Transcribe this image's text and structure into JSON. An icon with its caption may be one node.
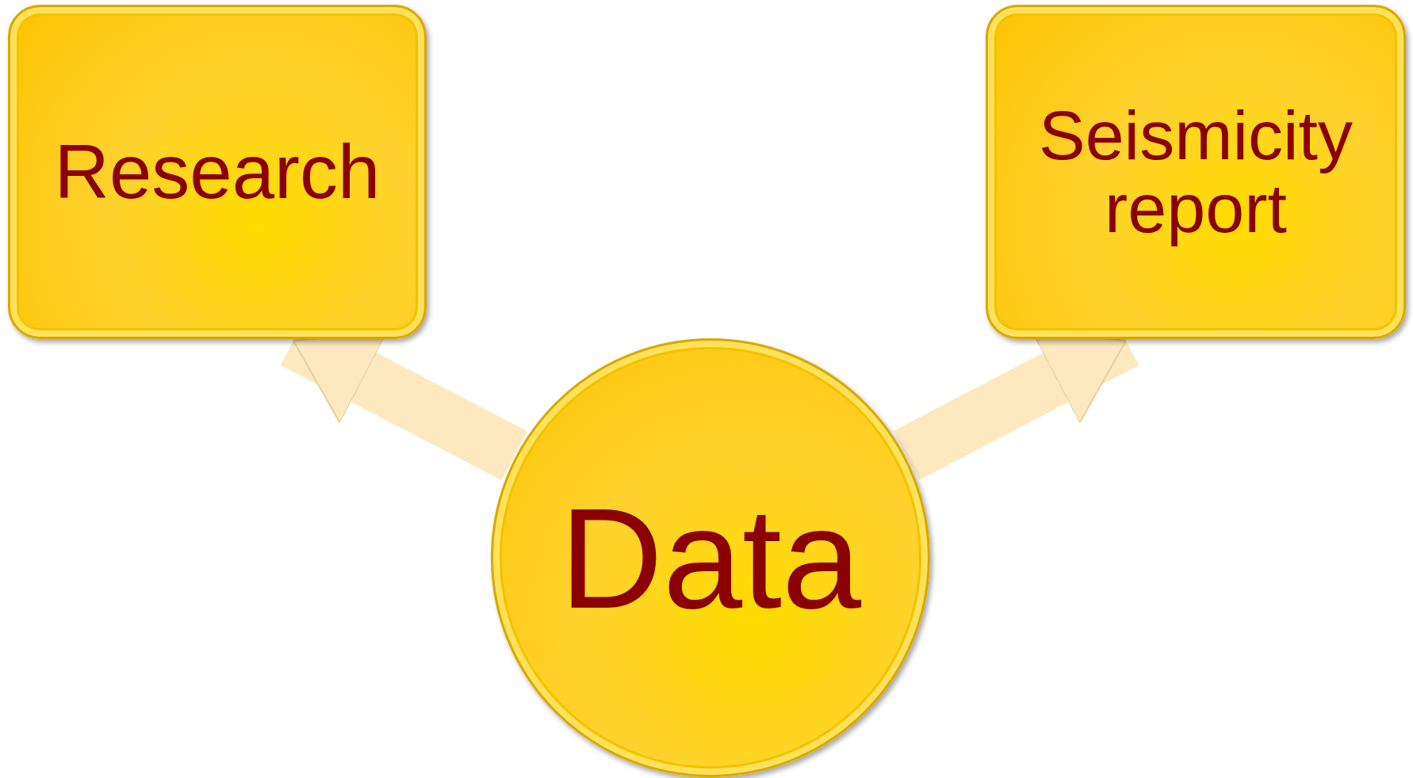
{
  "diagram": {
    "nodes": [
      {
        "text": [
          "Research"
        ]
      },
      {
        "text": [
          "Seismicity report"
        ]
      },
      {
        "text": [
          "Data"
        ]
      }
    ],
    "edges": [
      {
        "from": 2,
        "to": 0,
        "arrow": "to"
      },
      {
        "from": 2,
        "to": 1,
        "arrow": "to"
      }
    ]
  }
}
